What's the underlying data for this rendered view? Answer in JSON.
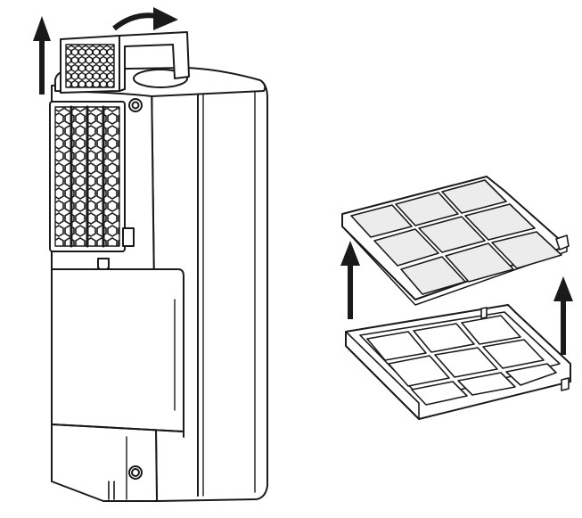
{
  "figure": {
    "kind": "instruction-illustration",
    "colors": {
      "line": "#1a1a1a",
      "fill": "#ffffff",
      "filter_mesh": "#ececec"
    },
    "parts": {
      "left": {
        "subject": "portable-air-conditioner-rear",
        "arrows": [
          "lift-up-arrow",
          "swing-back-curved-arrow"
        ]
      },
      "right": {
        "subject": "filter-assembly-exploded",
        "cells": 9,
        "arrows": [
          "lift-up-arrow",
          "lift-up-arrow"
        ]
      }
    }
  }
}
